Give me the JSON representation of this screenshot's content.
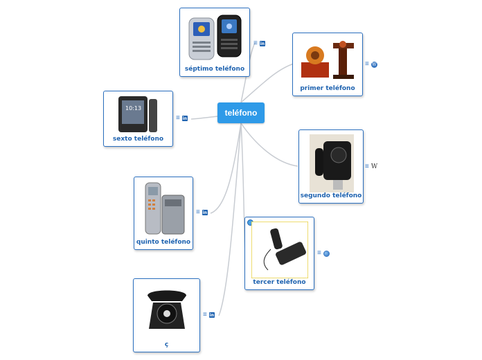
{
  "central": {
    "label": "teléfono"
  },
  "nodes": [
    {
      "id": "septimo",
      "label": "séptimo teléfono",
      "icon": "linkedin-icon"
    },
    {
      "id": "primer",
      "label": "primer teléfono",
      "icon": "wordpress-icon"
    },
    {
      "id": "sexto",
      "label": "sexto teléfono",
      "icon": "linkedin-icon"
    },
    {
      "id": "segundo",
      "label": "segundo teléfono",
      "icon": "wikipedia-icon"
    },
    {
      "id": "quinto",
      "label": "quinto teléfono",
      "icon": "linkedin-icon"
    },
    {
      "id": "tercer",
      "label": "tercer teléfono",
      "icon": "globe-icon"
    },
    {
      "id": "ultimo",
      "label": "ç",
      "icon": "linkedin-icon"
    }
  ],
  "colors": {
    "central_bg": "#2e9ae8",
    "border": "#2a6fbf",
    "label": "#1f63b0",
    "connector": "#c8ccd2"
  }
}
